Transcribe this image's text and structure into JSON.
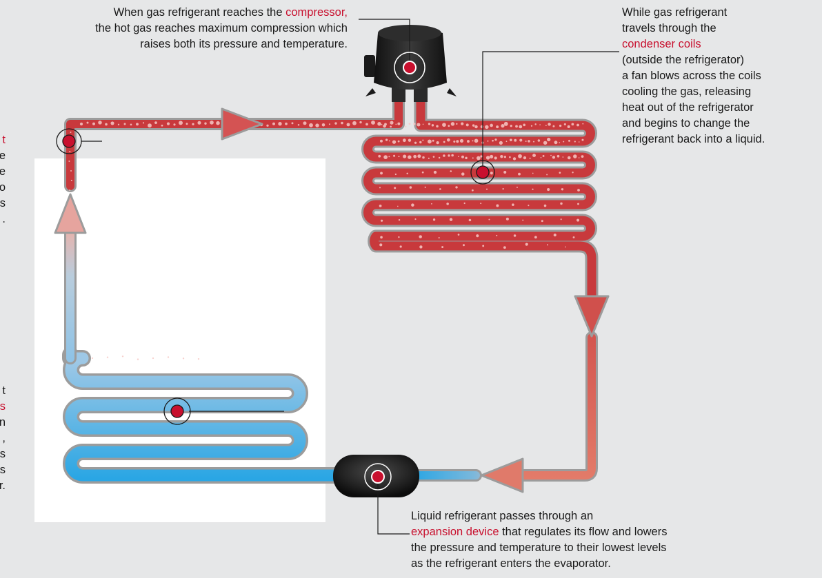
{
  "notes": {
    "compressor": {
      "line1_pre": "When gas refrigerant reaches the ",
      "line1_hl": "compressor,",
      "line2": "the hot gas reaches maximum compression which",
      "line3": "raises both its pressure and temperature."
    },
    "condenser": {
      "line1": "While gas refrigerant",
      "line2": "travels through the",
      "line3_hl": "condenser coils",
      "line4": "(outside the refrigerator)",
      "line5": "a fan blows across the coils",
      "line6": "cooling the gas, releasing",
      "line7": "heat out of the refrigerator",
      "line8": "and begins to change the",
      "line9": "refrigerant back into a liquid."
    },
    "left_upper": {
      "line1_hl": "t",
      "line2": "e",
      "line3": "e",
      "line4": "o",
      "line5": "s",
      "line6": "."
    },
    "left_lower": {
      "line1": "t",
      "line2_hl": "s",
      "line3": "n",
      "line4": ",",
      "line5": "s",
      "line6": "s",
      "line7": "r."
    },
    "expansion": {
      "line1": "Liquid refrigerant passes through an",
      "line2_hl": "expansion device",
      "line2_post": " that regulates its flow and lowers",
      "line3": "the pressure and temperature to their lowest levels",
      "line4": "as the refrigerant enters the evaporator."
    }
  },
  "colors": {
    "background": "#e6e7e8",
    "panel": "#ffffff",
    "highlight": "#c8102e",
    "hot_pipe": "#c8393c",
    "warm_pipe": "#e07a6a",
    "cold_pipe": "#35a7e0",
    "pipe_outline": "#9c9c9c",
    "device_body": "#1b1b1b"
  },
  "icons": {
    "compressor": "compressor-icon",
    "expansion_device": "expansion-device-icon",
    "flow_arrow": "flow-arrow-icon",
    "callout_marker": "target-marker-icon"
  }
}
